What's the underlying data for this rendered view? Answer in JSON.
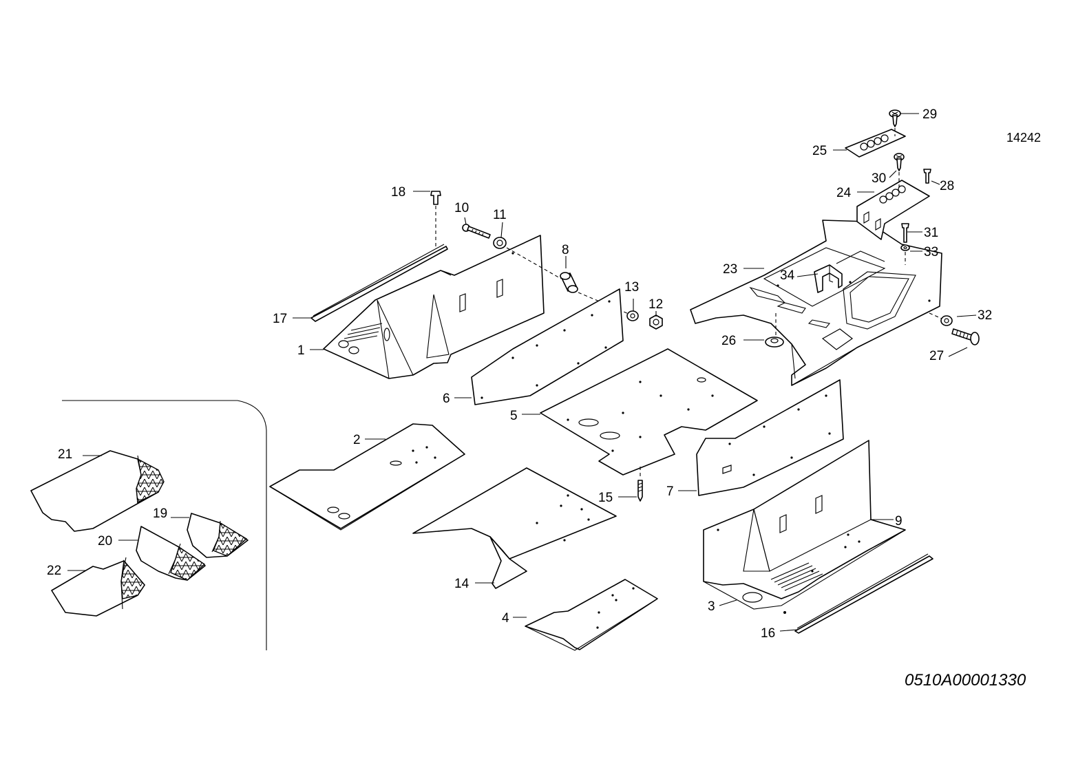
{
  "figure_number": "14242",
  "drawing_code": "0510A00001330",
  "callouts": {
    "c1": "1",
    "c2": "2",
    "c3": "3",
    "c4": "4",
    "c5": "5",
    "c6": "6",
    "c7": "7",
    "c8": "8",
    "c9": "9",
    "c10": "10",
    "c11": "11",
    "c12": "12",
    "c13": "13",
    "c14": "14",
    "c15": "15",
    "c16": "16",
    "c17": "17",
    "c18": "18",
    "c19": "19",
    "c20": "20",
    "c21": "21",
    "c22": "22",
    "c23": "23",
    "c24": "24",
    "c25": "25",
    "c26": "26",
    "c27": "27",
    "c28": "28",
    "c29": "29",
    "c30": "30",
    "c31": "31",
    "c32": "32",
    "c33": "33",
    "c34": "34"
  }
}
